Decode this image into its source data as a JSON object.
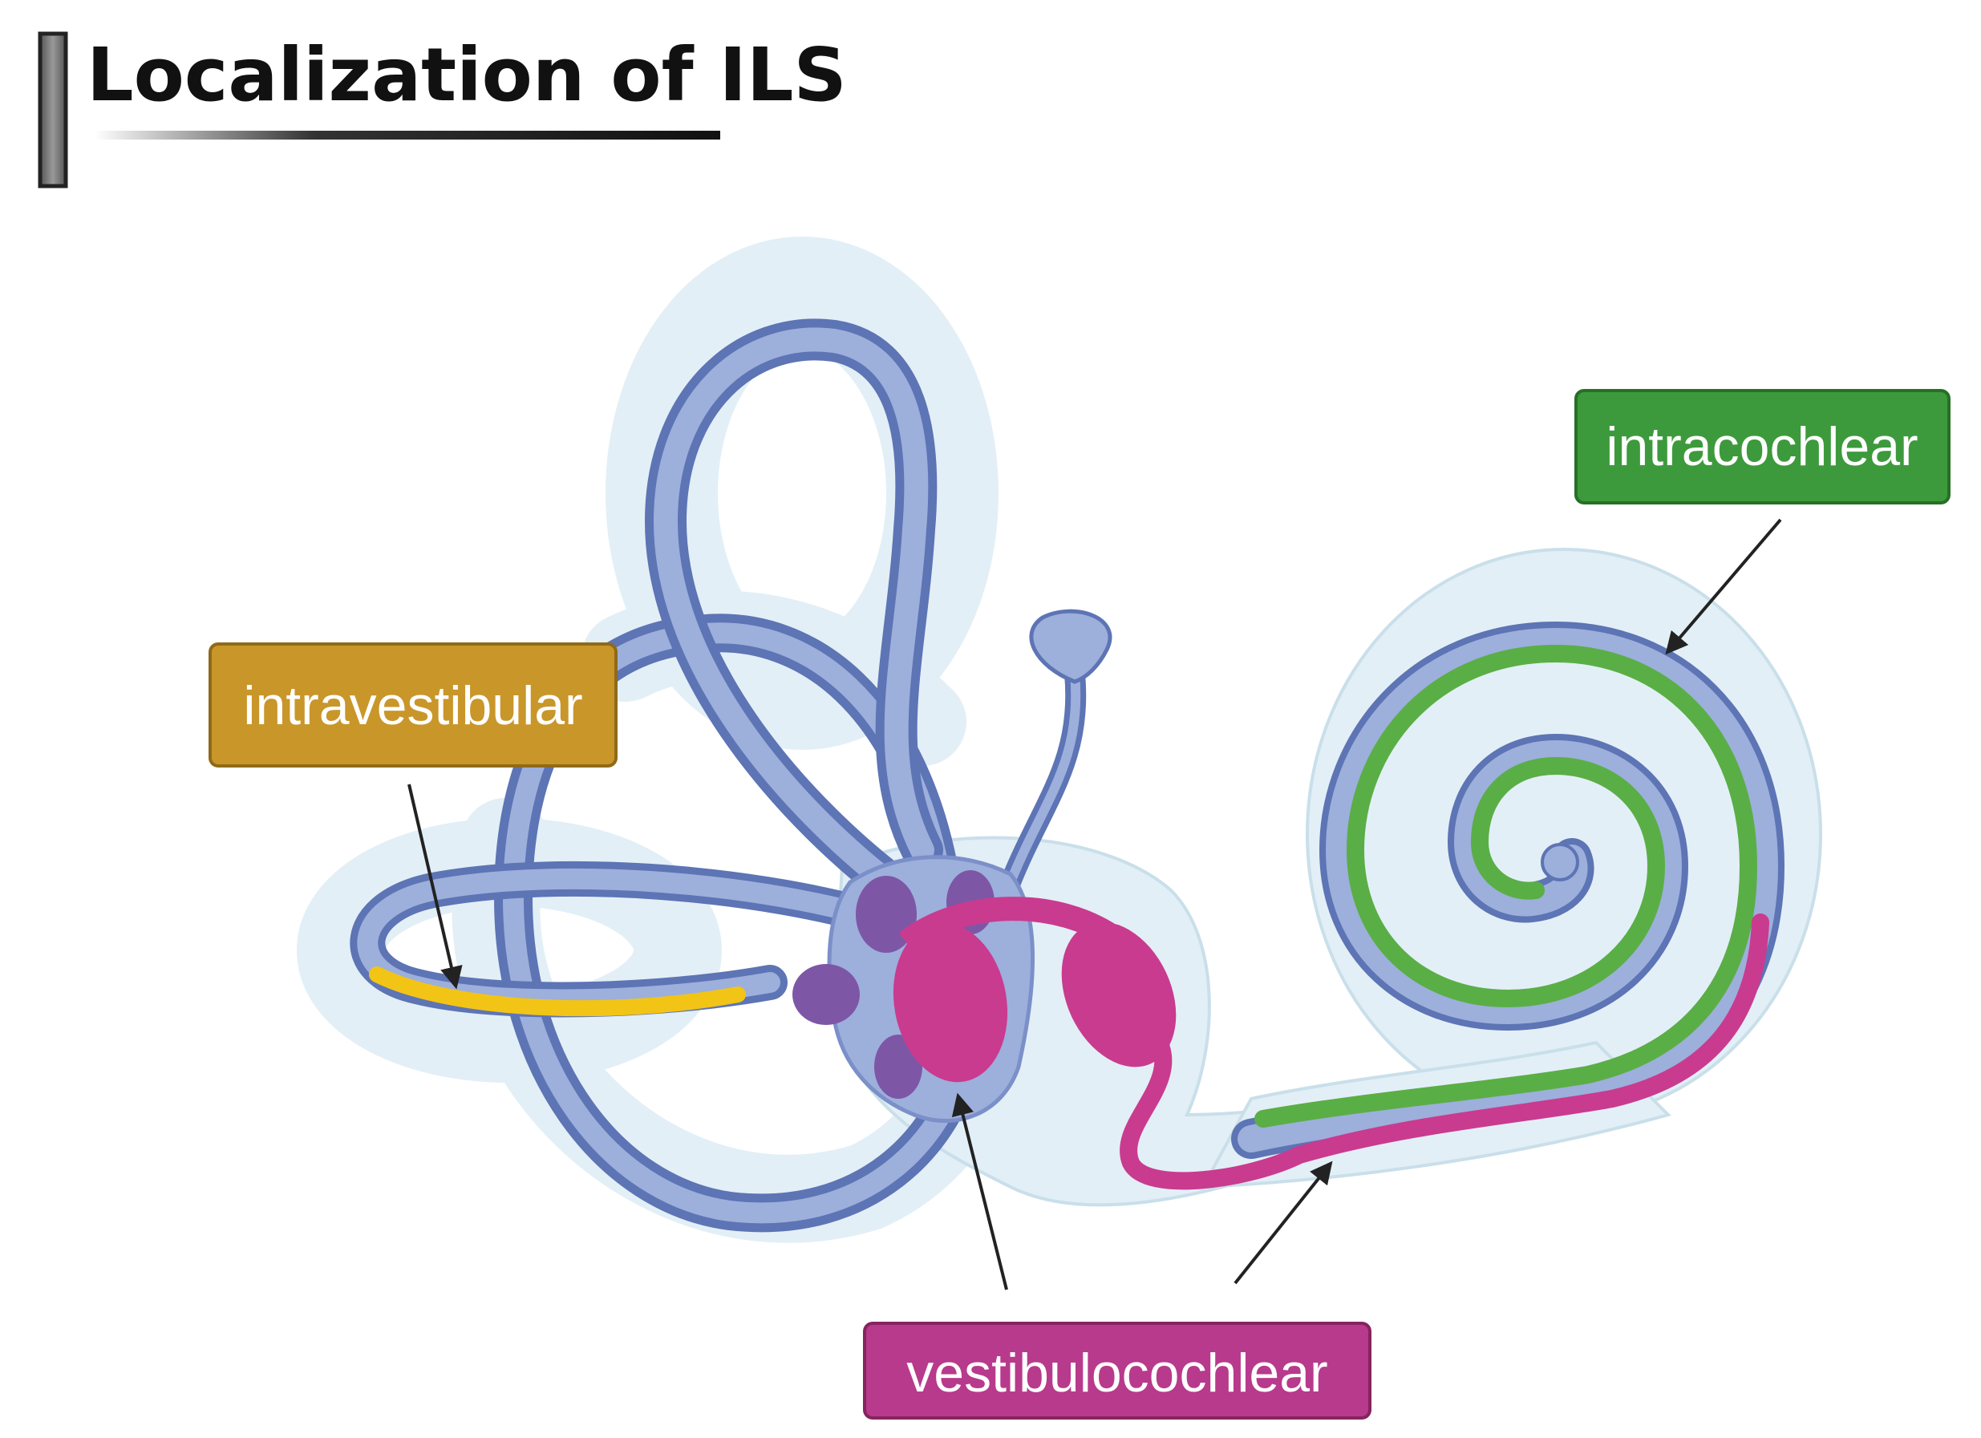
{
  "title": "Localization of ILS",
  "labels": {
    "intravestibular": "intravestibular",
    "intracochlear": "intracochlear",
    "vestibulocochlear": "vestibulocochlear"
  },
  "colors": {
    "intravestibular": "#c9962a",
    "intracochlear": "#3d9a3c",
    "vestibulocochlear": "#b83a8c",
    "highlight_yellow": "#f2c416",
    "highlight_green": "#5aae46",
    "highlight_magenta": "#c93b8f",
    "labyrinth_fill": "#9dafdb",
    "labyrinth_stroke": "#5d74b5",
    "membrane": "#dcecf4",
    "ampulla": "#7e56a6"
  }
}
